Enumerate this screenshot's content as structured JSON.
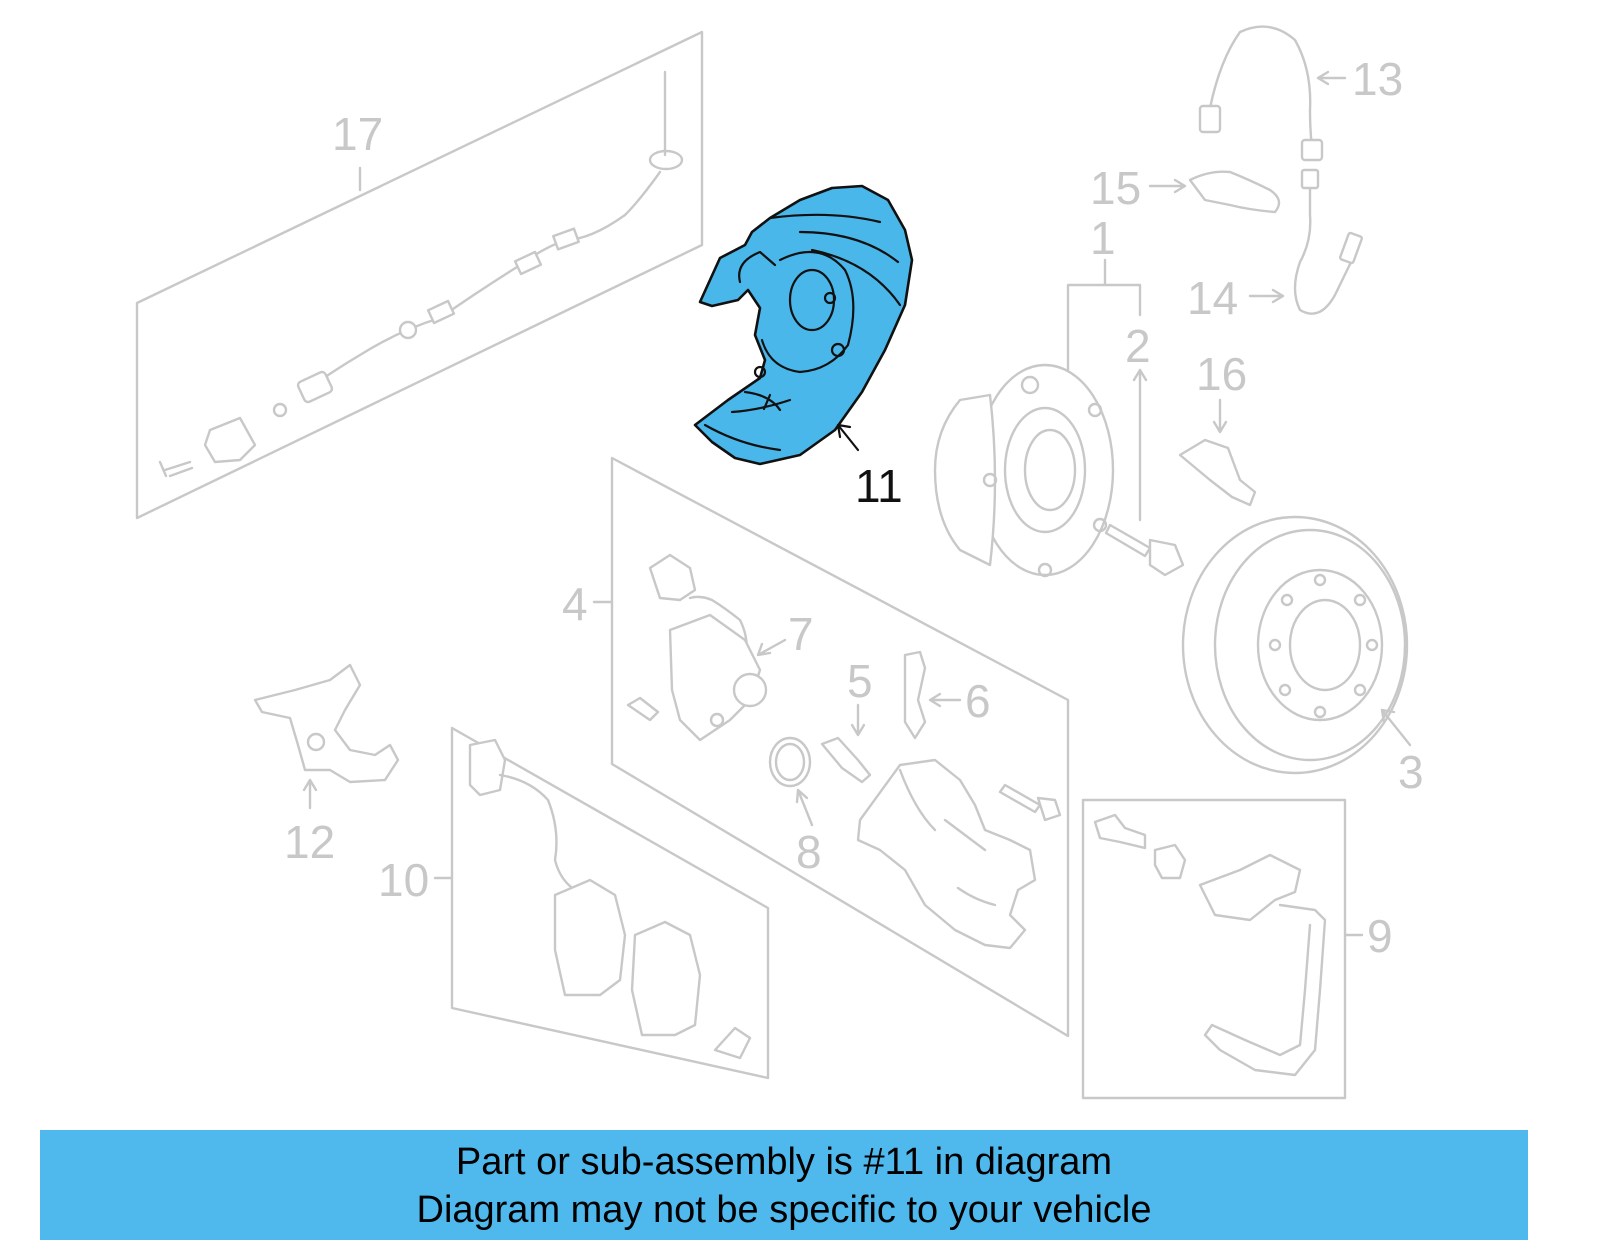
{
  "diagram": {
    "callouts": [
      "1",
      "2",
      "3",
      "4",
      "5",
      "6",
      "7",
      "8",
      "9",
      "10",
      "11",
      "12",
      "13",
      "14",
      "15",
      "16",
      "17"
    ],
    "highlighted_part": "11",
    "colors": {
      "highlight": "#49b7ea",
      "line": "#c8c8c8",
      "banner": "#4fb9ed"
    }
  },
  "banner": {
    "line1": "Part or sub-assembly is #11 in diagram",
    "line2": "Diagram may not be specific to your vehicle"
  }
}
